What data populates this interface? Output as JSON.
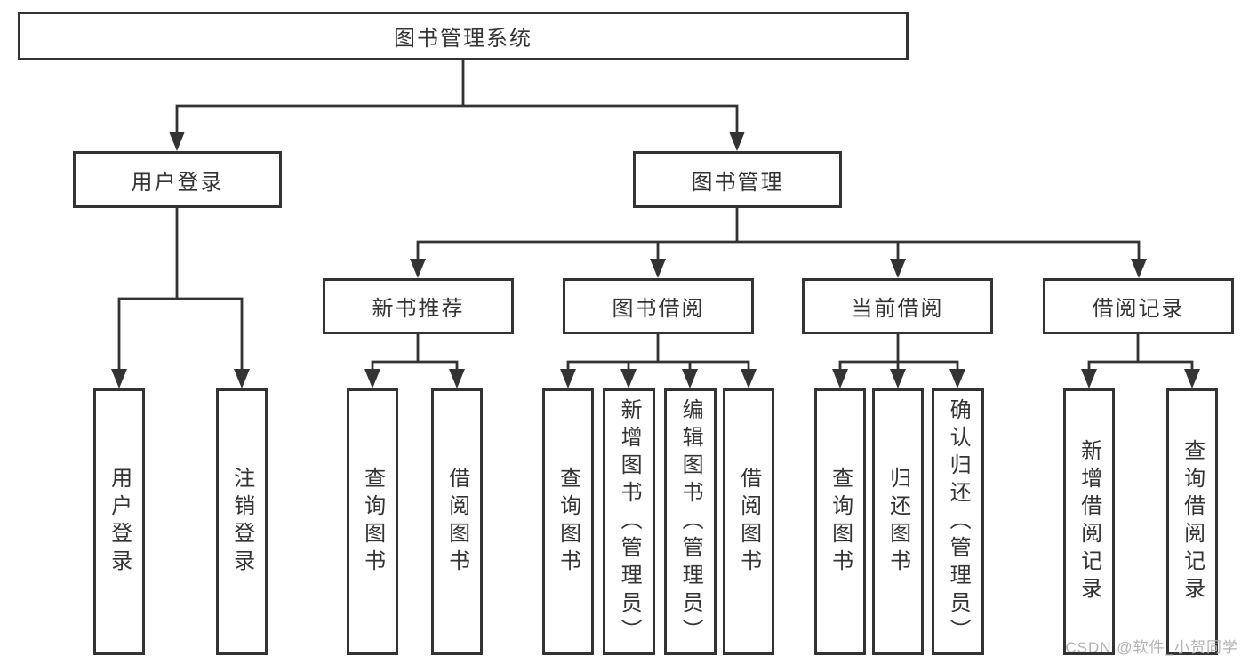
{
  "tree": {
    "label": "图书管理系统",
    "children": [
      {
        "label": "用户登录",
        "children": [
          {
            "label": "用户登录"
          },
          {
            "label": "注销登录"
          }
        ]
      },
      {
        "label": "图书管理",
        "children": [
          {
            "label": "新书推荐",
            "children": [
              {
                "label": "查询图书"
              },
              {
                "label": "借阅图书"
              }
            ]
          },
          {
            "label": "图书借阅",
            "children": [
              {
                "label": "查询图书"
              },
              {
                "label": "新增图书（管理员）"
              },
              {
                "label": "编辑图书（管理员）"
              },
              {
                "label": "借阅图书"
              }
            ]
          },
          {
            "label": "当前借阅",
            "children": [
              {
                "label": "查询图书"
              },
              {
                "label": "归还图书"
              },
              {
                "label": "确认归还（管理员）"
              }
            ]
          },
          {
            "label": "借阅记录",
            "children": [
              {
                "label": "新增借阅记录"
              },
              {
                "label": "查询借阅记录"
              }
            ]
          }
        ]
      }
    ]
  },
  "watermark": "CSDN @软件_小贺同学",
  "colors": {
    "line": "#333333",
    "box_border": "#333333",
    "text": "#333333",
    "background": "#ffffff",
    "watermark": "#b3b3b3"
  }
}
